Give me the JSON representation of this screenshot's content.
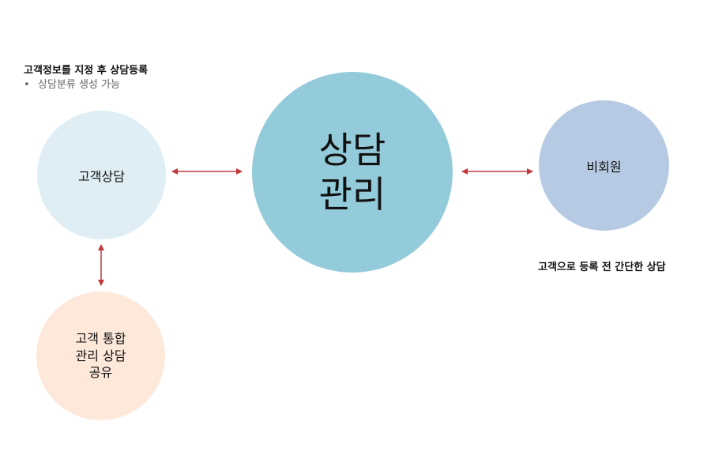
{
  "notes": {
    "customer_title": "고객정보를 지정 후 상담등록",
    "customer_bullet": "상담분류 생성 가능",
    "guest_note": "고객으로 등록 전 간단한 상담"
  },
  "nodes": {
    "customer_consult": "고객상담",
    "consult_management": "상담\n관리",
    "non_member": "비회원",
    "integrated_share": "고객 통합\n관리 상담\n공유"
  },
  "colors": {
    "customer_consult": "#deeef4",
    "consult_management": "#94cbda",
    "non_member": "#b6cbe3",
    "integrated_share": "#fde8da",
    "arrow": "#c0393b"
  },
  "bullet_char": "•"
}
